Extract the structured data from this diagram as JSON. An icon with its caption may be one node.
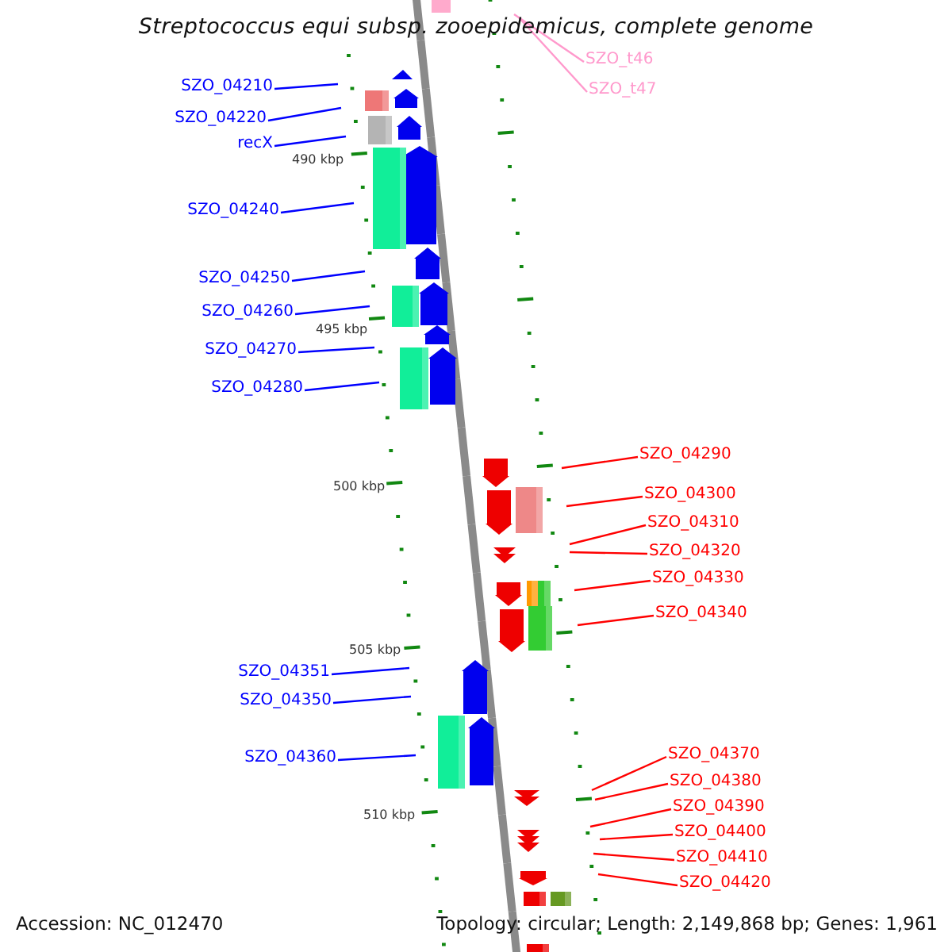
{
  "diagram": {
    "title": "Streptococcus equi subsp. zooepidemicus, complete genome",
    "nodes": [
      {
        "text": [
          "SZO_t46"
        ]
      },
      {
        "text": [
          "SZO_04210"
        ]
      },
      {
        "text": [
          "SZO_t47"
        ]
      },
      {
        "text": [
          "SZO_04220"
        ]
      },
      {
        "text": [
          "recX"
        ]
      },
      {
        "text": [
          "SZO_04240"
        ]
      },
      {
        "text": [
          "SZO_04250"
        ]
      },
      {
        "text": [
          "SZO_04260"
        ]
      },
      {
        "text": [
          "SZO_04270"
        ]
      },
      {
        "text": [
          "SZO_04280"
        ]
      },
      {
        "text": [
          "SZO_04290"
        ]
      },
      {
        "text": [
          "SZO_04300"
        ]
      },
      {
        "text": [
          "SZO_04310"
        ]
      },
      {
        "text": [
          "SZO_04320"
        ]
      },
      {
        "text": [
          "SZO_04330"
        ]
      },
      {
        "text": [
          "SZO_04340"
        ]
      },
      {
        "text": [
          "SZO_04351"
        ]
      },
      {
        "text": [
          "SZO_04350"
        ]
      },
      {
        "text": [
          "SZO_04360"
        ]
      },
      {
        "text": [
          "SZO_04370"
        ]
      },
      {
        "text": [
          "SZO_04380"
        ]
      },
      {
        "text": [
          "SZO_04390"
        ]
      },
      {
        "text": [
          "SZO_04400"
        ]
      },
      {
        "text": [
          "SZO_04410"
        ]
      },
      {
        "text": [
          "SZO_04420"
        ]
      }
    ],
    "edges": [
      {
        "from": 0,
        "to": null,
        "arrow": "none",
        "color": "#ff99cc"
      },
      {
        "from": 1,
        "to": null,
        "arrow": "none",
        "color": "#0000ff"
      },
      {
        "from": 2,
        "to": null,
        "arrow": "none",
        "color": "#ff99cc"
      },
      {
        "from": 3,
        "to": null,
        "arrow": "none",
        "color": "#0000ff"
      },
      {
        "from": 4,
        "to": null,
        "arrow": "none",
        "color": "#0000ff"
      },
      {
        "from": 5,
        "to": null,
        "arrow": "none",
        "color": "#0000ff"
      },
      {
        "from": 6,
        "to": null,
        "arrow": "none",
        "color": "#0000ff"
      },
      {
        "from": 7,
        "to": null,
        "arrow": "none",
        "color": "#0000ff"
      },
      {
        "from": 8,
        "to": null,
        "arrow": "none",
        "color": "#0000ff"
      },
      {
        "from": 9,
        "to": null,
        "arrow": "none",
        "color": "#0000ff"
      },
      {
        "from": 10,
        "to": null,
        "arrow": "none"
      },
      {
        "from": 11,
        "to": null,
        "arrow": "none"
      },
      {
        "from": 12,
        "to": null,
        "arrow": "none"
      },
      {
        "from": 13,
        "to": null,
        "arrow": "none"
      },
      {
        "from": 14,
        "to": null,
        "arrow": "none"
      },
      {
        "from": 15,
        "to": null,
        "arrow": "none"
      },
      {
        "from": 16,
        "to": null,
        "arrow": "none",
        "color": "#0000ff"
      },
      {
        "from": 17,
        "to": null,
        "arrow": "none",
        "color": "#0000ff"
      },
      {
        "from": 18,
        "to": null,
        "arrow": "none",
        "color": "#0000ff"
      },
      {
        "from": 19,
        "to": null,
        "arrow": "none"
      },
      {
        "from": 20,
        "to": null,
        "arrow": "none"
      },
      {
        "from": 21,
        "to": null,
        "arrow": "none"
      },
      {
        "from": 22,
        "to": null,
        "arrow": "none"
      },
      {
        "from": 23,
        "to": null,
        "arrow": "none"
      },
      {
        "from": 24,
        "to": null,
        "arrow": "none"
      }
    ],
    "labels": [
      "490 kbp",
      "495 kbp",
      "500 kbp",
      "505 kbp",
      "510 kbp",
      "Accession: NC_012470",
      "Topology: circular; Length: 2,149,868 bp; Genes: 1,961"
    ]
  }
}
